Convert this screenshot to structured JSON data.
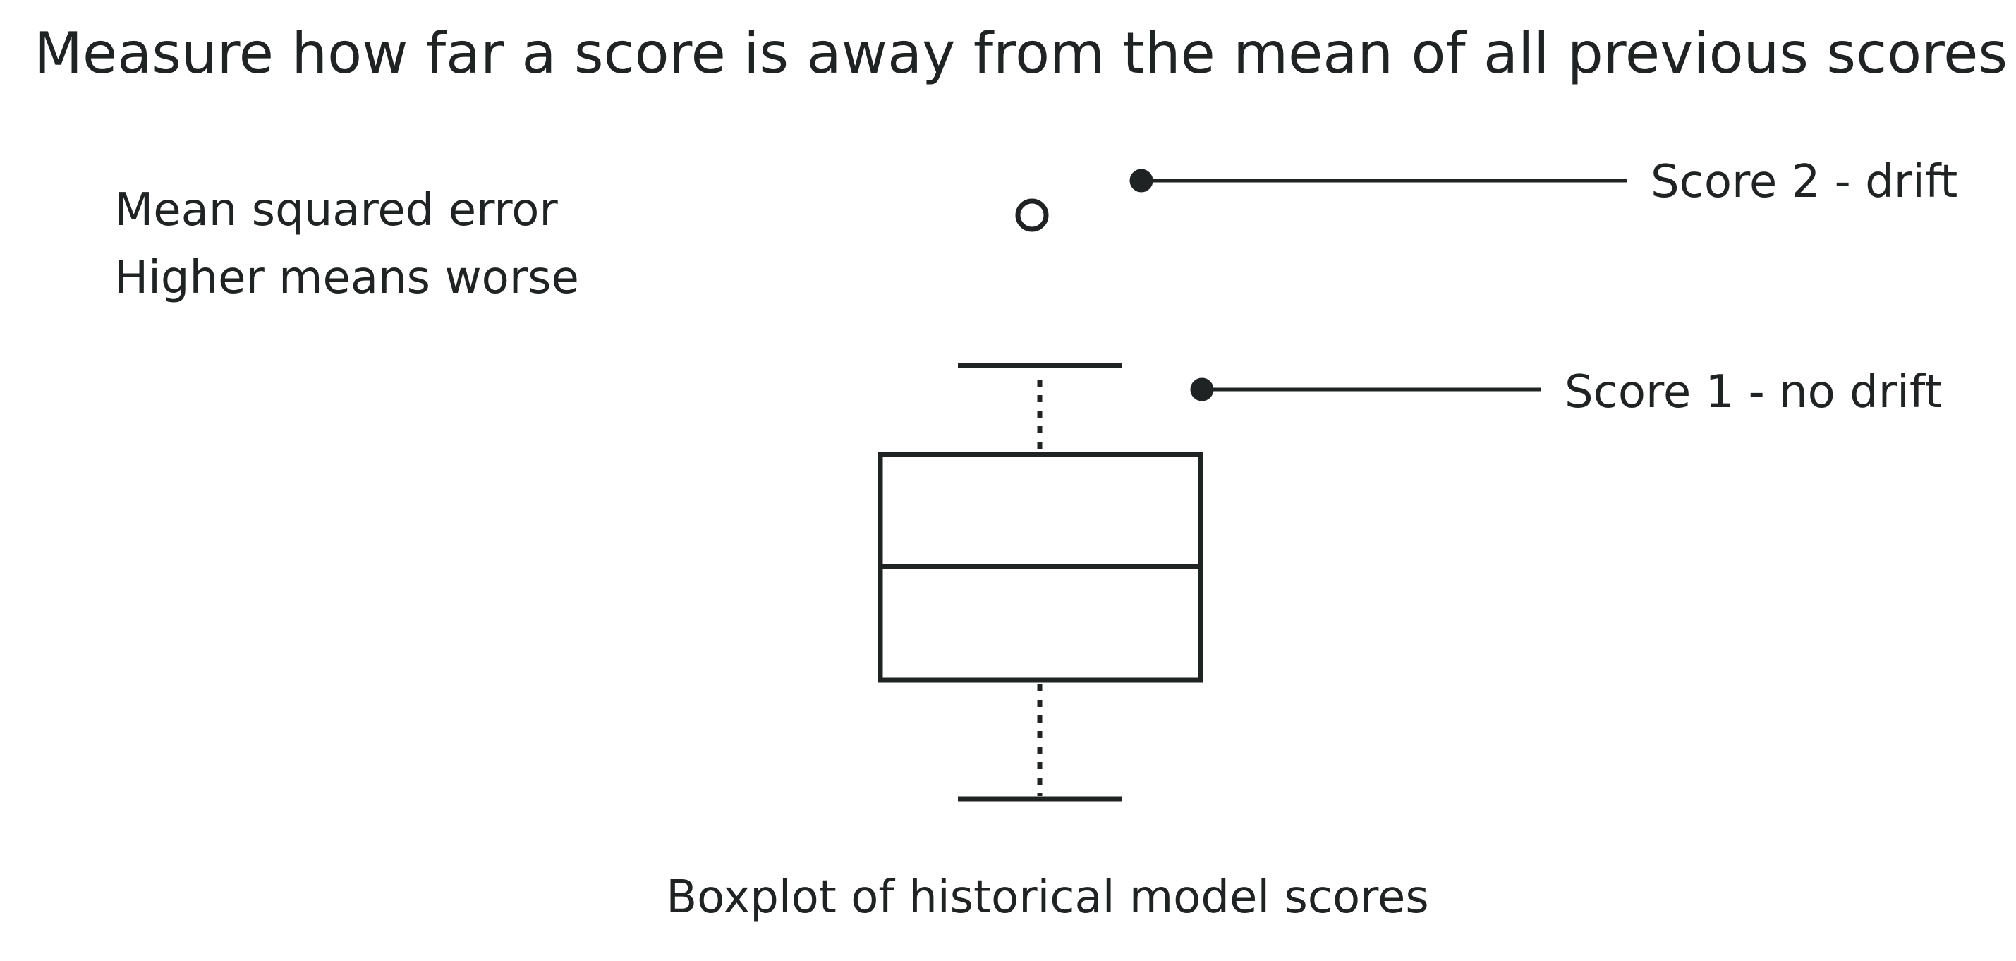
{
  "heading": "Measure how far a score is away from the mean of all previous scores",
  "metric": {
    "name": "Mean squared error",
    "note": "Higher means worse"
  },
  "annotations": {
    "score2": "Score 2 - drift",
    "score1": "Score 1 - no drift"
  },
  "caption": "Boxplot of historical model scores",
  "colors": {
    "ink": "#1f2323",
    "background": "#ffffff"
  }
}
